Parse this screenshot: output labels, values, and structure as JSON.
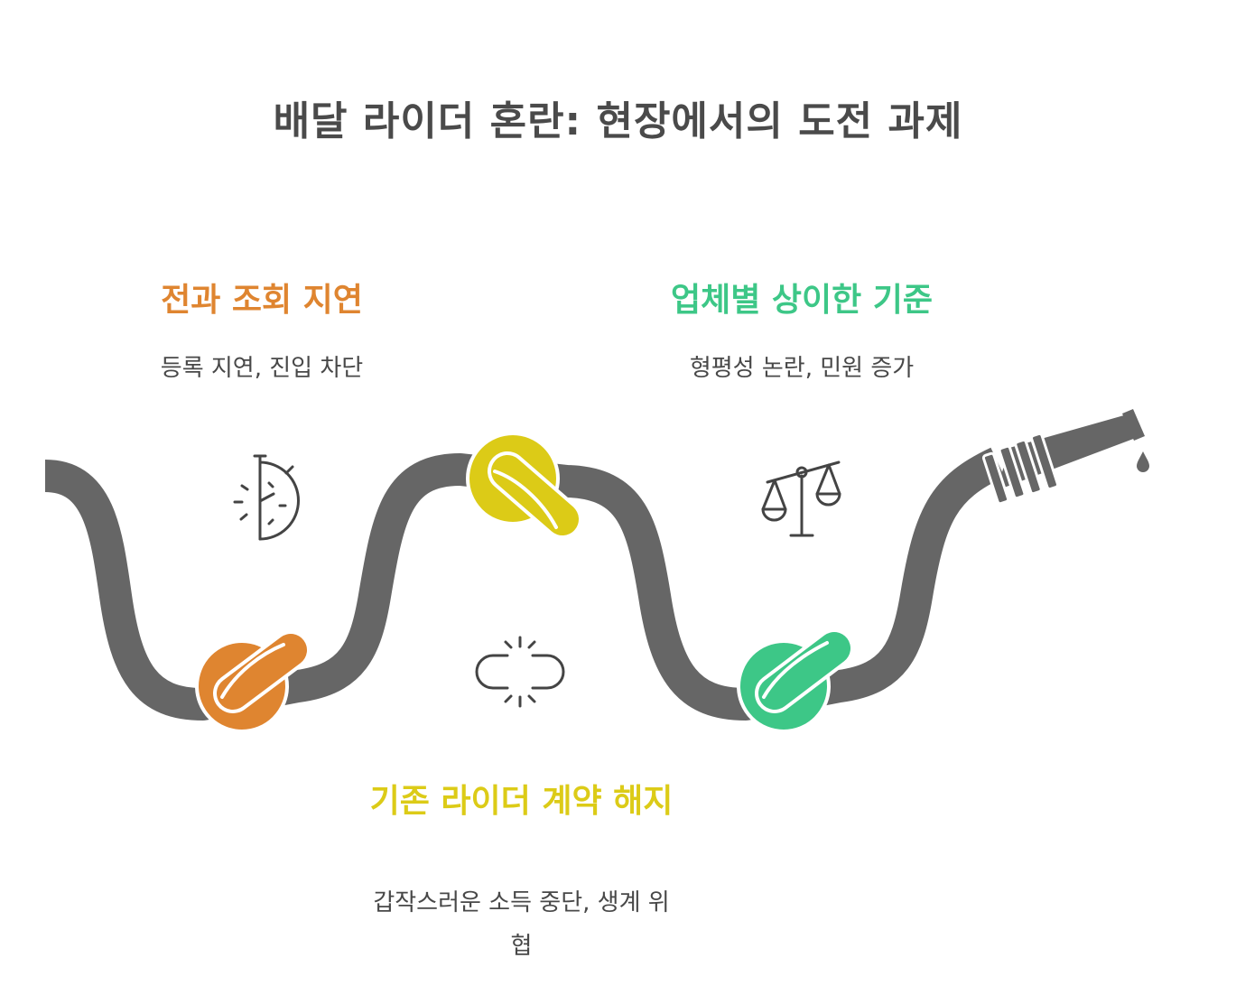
{
  "title": "배달 라이더 혼란: 현장에서의 도전 과제",
  "colors": {
    "hose": "#666666",
    "orange": "#DF8530",
    "yellow": "#DCCB17",
    "green": "#3DC787",
    "icon": "#444444"
  },
  "items": [
    {
      "heading": "전과 조회 지연",
      "desc": "등록 지연, 진입 차단",
      "icon": "stopwatch-icon",
      "color": "orange"
    },
    {
      "heading": "기존 라이더 계약 해지",
      "desc": "갑작스러운 소득 중단, 생계 위협",
      "icon": "broken-link-icon",
      "color": "yellow"
    },
    {
      "heading": "업체별 상이한 기준",
      "desc": "형평성 논란, 민원 증가",
      "icon": "balance-scale-icon",
      "color": "green"
    }
  ]
}
